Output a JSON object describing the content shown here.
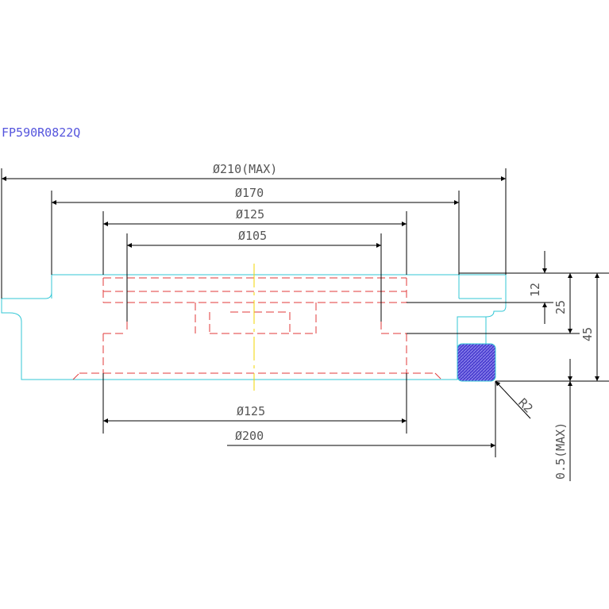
{
  "drawing": {
    "part_number": "FP590R0822Q",
    "dimensions": {
      "dia_210": "Ø210(MAX)",
      "dia_170": "Ø170",
      "dia_125_top": "Ø125",
      "dia_105": "Ø105",
      "dia_125_bottom": "Ø125",
      "dia_200": "Ø200",
      "h_12": "12",
      "h_25": "25",
      "h_45": "45",
      "radius": "R2",
      "max_05": "0.5(MAX)"
    },
    "colors": {
      "outline": "#33c7d6",
      "hidden": "#e03a3a",
      "centerline": "#f2d400",
      "dimension": "#000000",
      "seal_fill": "#5a4fd6",
      "title": "#5555dd"
    }
  }
}
